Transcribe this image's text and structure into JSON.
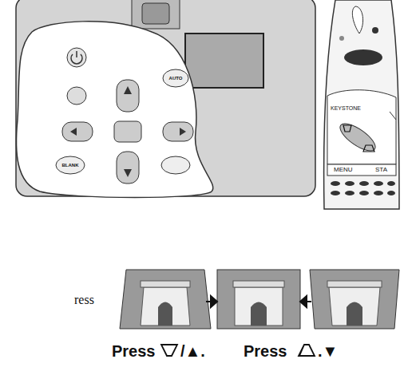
{
  "diagram": {
    "labels": [
      "AUTO",
      "BLANK",
      "KEYSTONE",
      "MENU",
      "STA",
      "ress",
      "Press",
      "/▲.",
      "Press",
      ".▼"
    ]
  }
}
